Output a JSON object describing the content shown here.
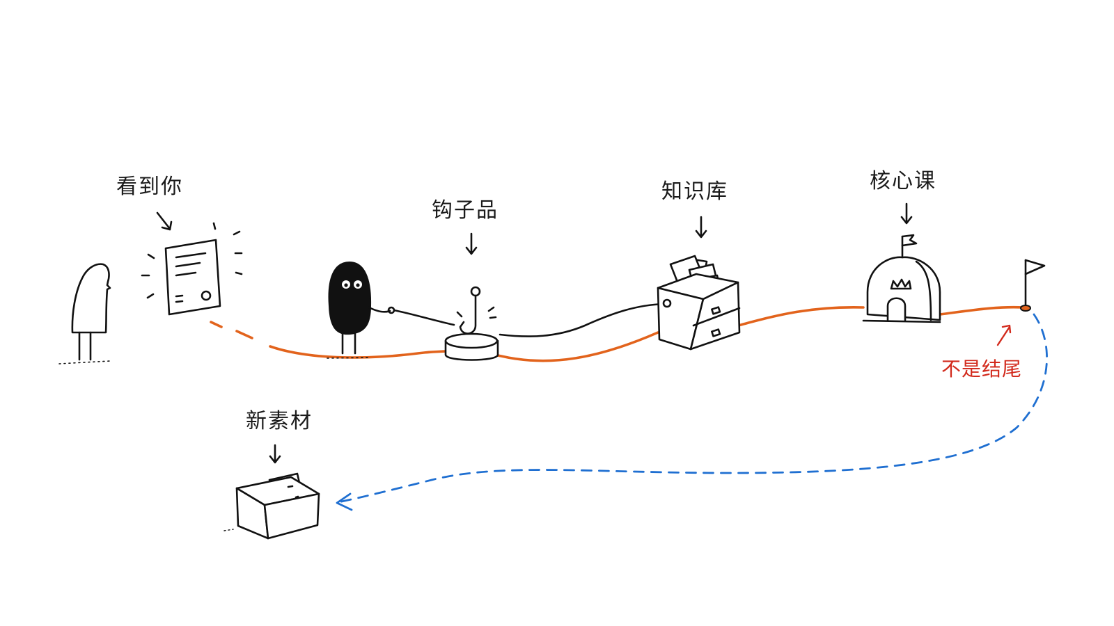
{
  "labels": {
    "see_you": "看到你",
    "hook": "钩子品",
    "knowledge_base": "知识库",
    "core_course": "核心课",
    "not_the_end": "不是结尾",
    "new_material": "新素材"
  },
  "colors": {
    "journey_path": "#e2631c",
    "loop_path": "#1f6fd1",
    "emphasis_text": "#d22a1c",
    "ink": "#111111"
  },
  "icons": [
    "person-icon",
    "glowing-post-icon",
    "black-creature-icon",
    "fishing-hook-icon",
    "drawer-cabinet-icon",
    "crown-dome-icon",
    "goal-flag-icon",
    "material-box-icon"
  ]
}
